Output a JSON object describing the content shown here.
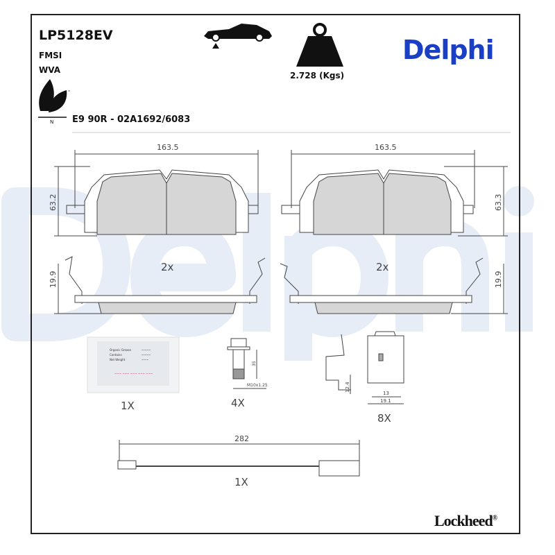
{
  "header": {
    "part_number": "LP5128EV",
    "fmsi_label": "FMSI",
    "wva_label": "WVA",
    "weight": "2.728 (Kgs)",
    "approval": "E9 90R - 02A1692/6083",
    "eco_mark_letter": "N",
    "eco_mark_tm": "™"
  },
  "brand": {
    "name": "Delphi",
    "color": "#1a3fc4",
    "watermark": "Delphi"
  },
  "footer_brand": {
    "name": "Lockheed",
    "reg": "®"
  },
  "dimensions": {
    "left_pad_width": "163.5",
    "left_pad_height": "63.2",
    "right_pad_width": "163.5",
    "right_pad_height": "63.3",
    "left_thickness": "19.9",
    "right_thickness": "19.9",
    "bolt_length": "35",
    "bolt_thread": "M10x1.25",
    "clip_height": "12.4",
    "clip_width_inner": "13",
    "clip_width_outer": "19.1",
    "sensor_length": "282"
  },
  "quantities": {
    "springs_left": "2x",
    "springs_right": "2x",
    "grease": "1X",
    "bolts": "4X",
    "clips": "8X",
    "sensor": "1X"
  },
  "grease_packet": {
    "lines": [
      "Organic Grease",
      "Contains",
      "Net Weight"
    ],
    "values": [
      "~~~~",
      "~~~~",
      "~~~"
    ],
    "warning": "~~~ ~~~ ~~~ ~~~ ~~~"
  },
  "icons": [
    "car-axle-icon",
    "weight-icon",
    "eco-leaf-icon"
  ]
}
